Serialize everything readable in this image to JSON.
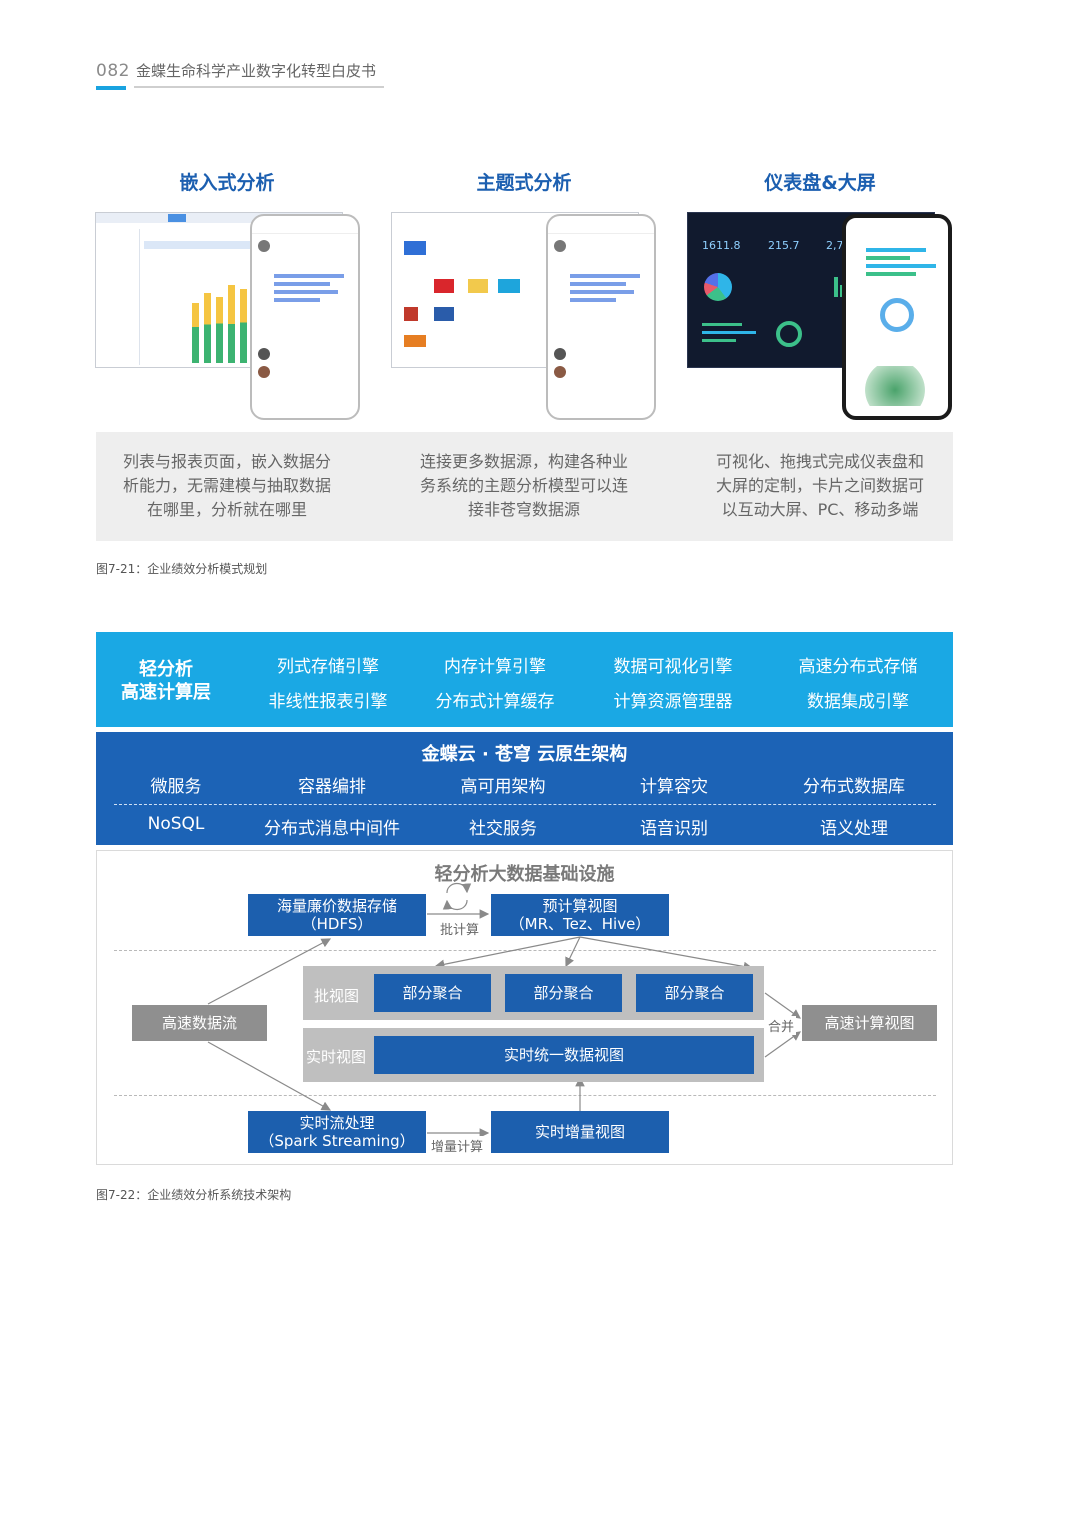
{
  "header": {
    "page_number": "082",
    "book_title": "金蝶生命科学产业数字化转型白皮书"
  },
  "figure1": {
    "columns": [
      {
        "title": "嵌入式分析",
        "description": [
          "列表与报表页面，嵌入数据分",
          "析能力，无需建模与抽取数据",
          "在哪里，分析就在哪里"
        ]
      },
      {
        "title": "主题式分析",
        "description": [
          "连接更多数据源，构建各种业",
          "务系统的主题分析模型可以连",
          "接非苍穹数据源"
        ]
      },
      {
        "title": "仪表盘&大屏",
        "description": [
          "可视化、拖拽式完成仪表盘和",
          "大屏的定制，卡片之间数据可",
          "以互动大屏、PC、移动多端"
        ]
      }
    ],
    "dashboard_values": [
      "1611.8",
      "215.7",
      "2,7"
    ],
    "caption": "图7-21：企业绩效分析模式规划"
  },
  "figure2": {
    "layer1": {
      "title_line1": "轻分析",
      "title_line2": "高速计算层",
      "row1": [
        "列式存储引擎",
        "内存计算引擎",
        "数据可视化引擎",
        "高速分布式存储"
      ],
      "row2": [
        "非线性报表引擎",
        "分布式计算缓存",
        "计算资源管理器",
        "数据集成引擎"
      ]
    },
    "layer2": {
      "title": "金蝶云 · 苍穹 云原生架构",
      "row1": [
        "微服务",
        "容器编排",
        "高可用架构",
        "计算容灾",
        "分布式数据库"
      ],
      "row2": [
        "NoSQL",
        "分布式消息中间件",
        "社交服务",
        "语音识别",
        "语义处理"
      ]
    },
    "layer3": {
      "title": "轻分析大数据基础设施",
      "storage_line1": "海量廉价数据存储",
      "storage_line2": "（HDFS）",
      "batch_calc": "批计算",
      "precompute_line1": "预计算视图",
      "precompute_line2": "（MR、Tez、Hive）",
      "batch_view": "批视图",
      "partial_agg": [
        "部分聚合",
        "部分聚合",
        "部分聚合"
      ],
      "realtime_view": "实时视图",
      "realtime_unified": "实时统一数据视图",
      "stream": "高速数据流",
      "merge": "合并",
      "fast_view": "高速计算视图",
      "rt_proc_line1": "实时流处理",
      "rt_proc_line2": "（Spark Streaming）",
      "incr_calc": "增量计算",
      "incr_view": "实时增量视图"
    },
    "caption": "图7-22：企业绩效分析系统技术架构"
  }
}
